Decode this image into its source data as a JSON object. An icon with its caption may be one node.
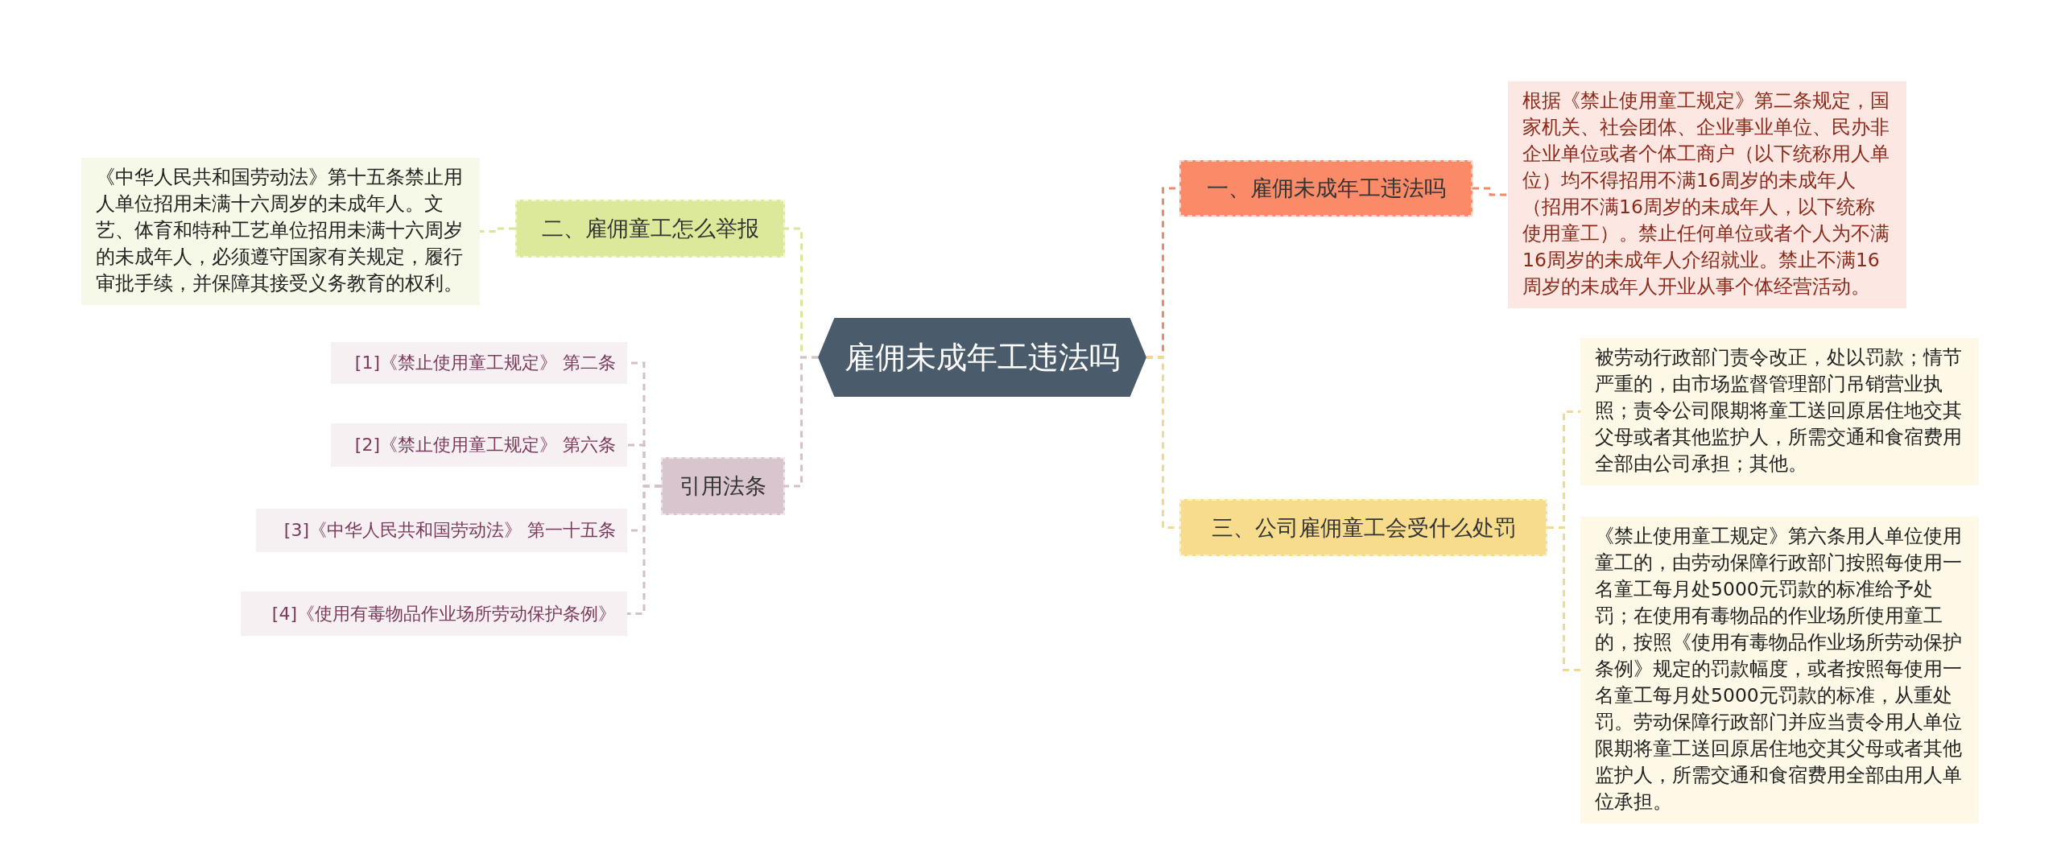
{
  "diagram": {
    "nodes": [
      {
        "text": [
          "雇佣未成年工违法吗"
        ]
      },
      {
        "text": [
          "一、雇佣未成年工违法吗"
        ]
      },
      {
        "text": [
          "根据《禁止使用童工规定》第二条规定，国家机关、社会团体、企业事业单位、民办非企业单位或者个体工商户（以下统称用人单位）均不得招用不满16周岁的未成年人（招用不满16周岁的未成年人，以下统称使用童工）。禁止任何单位或者个人为不满16周岁的未成年人介绍就业。禁止不满16周岁的未成年人开业从事个体经营活动。"
        ]
      },
      {
        "text": [
          "三、公司雇佣童工会受什么处罚"
        ]
      },
      {
        "text": [
          "被劳动行政部门责令改正，处以罚款；情节严重的，由市场监督管理部门吊销营业执照；责令公司限期将童工送回原居住地交其父母或者其他监护人，所需交通和食宿费用全部由公司承担；其他。"
        ]
      },
      {
        "text": [
          "《禁止使用童工规定》第六条用人单位使用童工的，由劳动保障行政部门按照每使用一名童工每月处5000元罚款的标准给予处罚；在使用有毒物品的作业场所使用童工的，按照《使用有毒物品作业场所劳动保护条例》规定的罚款幅度，或者按照每使用一名童工每月处5000元罚款的标准，从重处罚。劳动保障行政部门并应当责令用人单位限期将童工送回原居住地交其父母或者其他监护人，所需交通和食宿费用全部由用人单位承担。"
        ]
      },
      {
        "text": [
          "二、雇佣童工怎么举报"
        ]
      },
      {
        "text": [
          "《中华人民共和国劳动法》第十五条禁止用人单位招用未满十六周岁的未成年人。文艺、体育和特种工艺单位招用未满十六周岁的未成年人，必须遵守国家有关规定，履行审批手续，并保障其接受义务教育的权利。"
        ]
      },
      {
        "text": [
          "引用法条"
        ]
      },
      {
        "text": [
          "[1]《禁止使用童工规定》 第二条"
        ]
      },
      {
        "text": [
          "[2]《禁止使用童工规定》 第六条"
        ]
      },
      {
        "text": [
          "[3]《中华人民共和国劳动法》 第一十五条"
        ]
      },
      {
        "text": [
          "[4]《使用有毒物品作业场所劳动保护条例》"
        ]
      }
    ],
    "edges": [
      {
        "from": 0,
        "to": 1,
        "arrow": "none",
        "style": "dashed",
        "color": "#f08a6a"
      },
      {
        "from": 0,
        "to": 3,
        "arrow": "none",
        "style": "dashed",
        "color": "#f3d98a"
      },
      {
        "from": 0,
        "to": 6,
        "arrow": "none",
        "style": "dashed",
        "color": "#d6e69a"
      },
      {
        "from": 0,
        "to": 8,
        "arrow": "none",
        "style": "dashed",
        "color": "#d3c0c8"
      },
      {
        "from": 1,
        "to": 2,
        "arrow": "none",
        "style": "dashed",
        "color": "#f08a6a"
      },
      {
        "from": 3,
        "to": 4,
        "arrow": "none",
        "style": "dashed",
        "color": "#f3d98a"
      },
      {
        "from": 3,
        "to": 5,
        "arrow": "none",
        "style": "dashed",
        "color": "#f3d98a"
      },
      {
        "from": 6,
        "to": 7,
        "arrow": "none",
        "style": "dashed",
        "color": "#d6e69a"
      },
      {
        "from": 8,
        "to": 9,
        "arrow": "none",
        "style": "dashed",
        "color": "#d3c0c8"
      },
      {
        "from": 8,
        "to": 10,
        "arrow": "none",
        "style": "dashed",
        "color": "#d3c0c8"
      },
      {
        "from": 8,
        "to": 11,
        "arrow": "none",
        "style": "dashed",
        "color": "#d3c0c8"
      },
      {
        "from": 8,
        "to": 12,
        "arrow": "none",
        "style": "dashed",
        "color": "#d3c0c8"
      }
    ]
  }
}
